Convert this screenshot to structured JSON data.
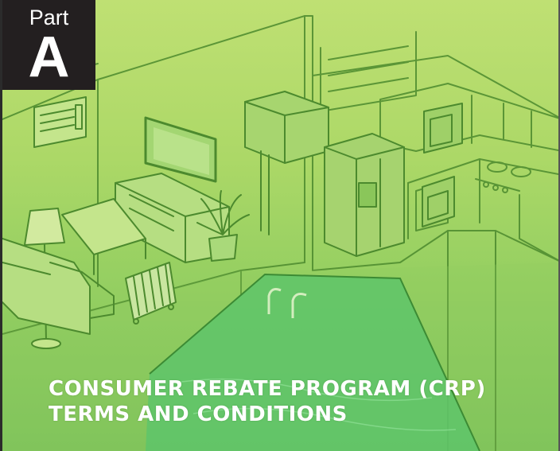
{
  "badge": {
    "part_label": "Part",
    "letter": "A"
  },
  "title": {
    "line1": "CONSUMER REBATE PROGRAM (CRP)",
    "line2": "TERMS AND CONDITIONS"
  },
  "illustration": {
    "description_icons": [
      "air-conditioner-icon",
      "tv-icon",
      "lamp-icon",
      "sofa-icon",
      "heater-icon",
      "plant-icon",
      "refrigerator-icon",
      "microwave-icon",
      "oven-icon",
      "pool-icon"
    ]
  },
  "colors": {
    "badge_bg": "#231f20",
    "badge_text": "#ffffff",
    "title_text": "#ffffff",
    "background_top": "#bfe073",
    "background_bottom": "#7cc25a",
    "line_art": "#4c8a2e"
  }
}
